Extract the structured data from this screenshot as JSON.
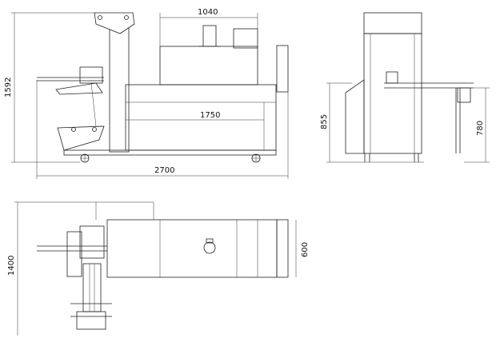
{
  "dimensions": {
    "front_top_width": "1040",
    "front_height": "1592",
    "front_tunnel_length": "1750",
    "front_total_length": "2700",
    "side_height": "855",
    "side_table_height": "780",
    "plan_depth": "1400",
    "plan_chamber_width": "600"
  }
}
